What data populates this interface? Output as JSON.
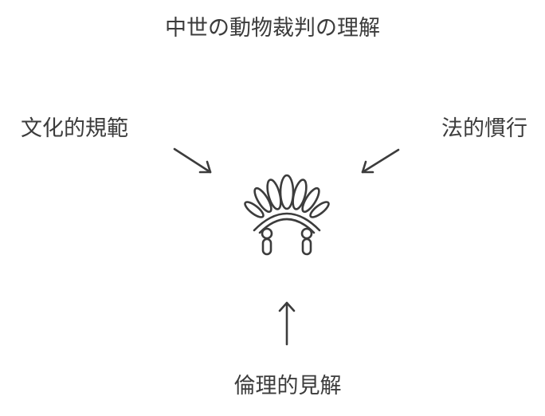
{
  "diagram": {
    "title": "中世の動物裁判の理解",
    "nodes": {
      "left": "文化的規範",
      "right": "法的慣行",
      "bottom": "倫理的見解"
    },
    "center_icon": "headdress-icon",
    "colors": {
      "stroke": "#3c3c3c",
      "text": "#3c3c3c",
      "background": "#ffffff"
    }
  }
}
